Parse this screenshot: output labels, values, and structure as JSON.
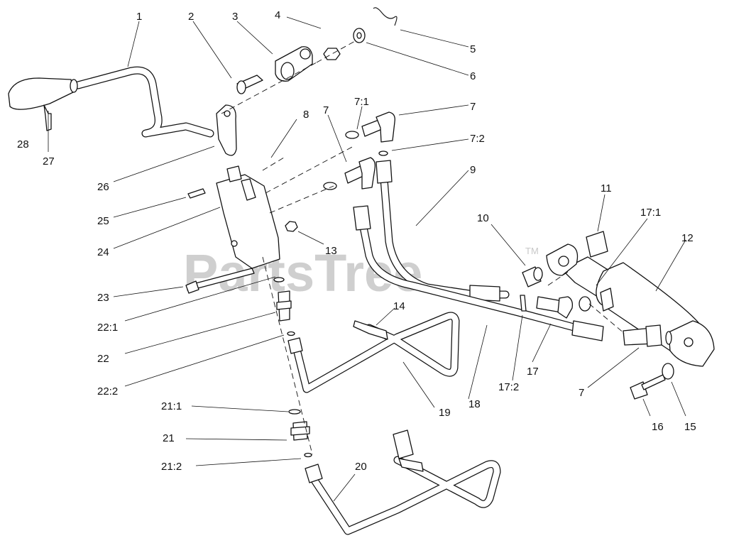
{
  "diagram": {
    "watermark": "PartsTree",
    "watermark_mark": "TM",
    "callouts": [
      "1",
      "2",
      "3",
      "4",
      "5",
      "6",
      "7:1",
      "7",
      "7",
      "8",
      "7:2",
      "9",
      "10",
      "11",
      "17:1",
      "12",
      "28",
      "27",
      "26",
      "25",
      "24",
      "13",
      "23",
      "22:1",
      "22",
      "22:2",
      "14",
      "18",
      "17",
      "7",
      "16",
      "15",
      "17:2",
      "19",
      "21:1",
      "21",
      "21:2",
      "20"
    ]
  }
}
